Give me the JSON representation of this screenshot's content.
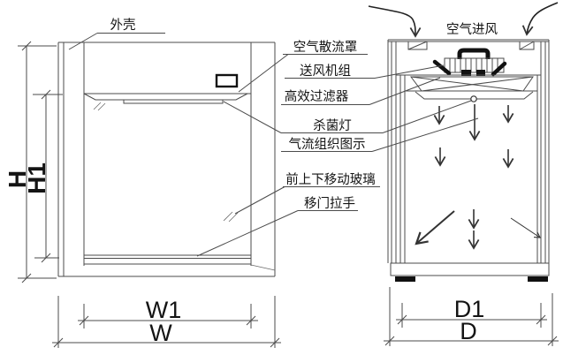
{
  "labels": {
    "housing": "外壳",
    "air_inlet": "空气进风",
    "air_diffuser": "空气散流罩",
    "fan_unit": "送风机组",
    "hepa_filter": "高效过滤器",
    "germicidal_lamp": "杀菌灯",
    "airflow_pattern": "气流组织图示",
    "front_sliding_glass": "前上下移动玻璃",
    "sliding_door_handle": "移门拉手"
  },
  "dimensions": {
    "height_overall": "H",
    "height_inner": "H1",
    "width_inner": "W1",
    "width_overall": "W",
    "depth_inner": "D1",
    "depth_overall": "D"
  },
  "colors": {
    "line": "#4b4b4b",
    "ink": "#111111",
    "background": "#ffffff"
  }
}
